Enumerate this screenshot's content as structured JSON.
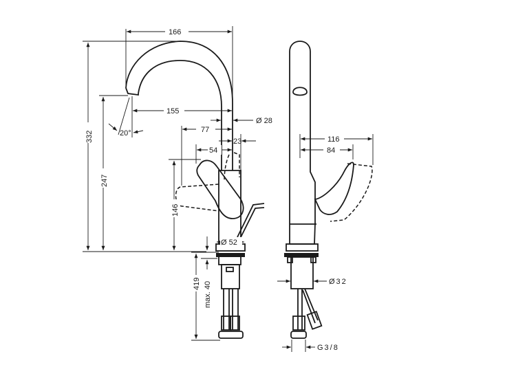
{
  "drawing": {
    "front_view": {
      "dim_spout_reach_total": "166",
      "dim_total_height": "332",
      "dim_spout_height": "247",
      "dim_spout_reach": "155",
      "dim_spout_angle": "20°",
      "dim_spout_diameter": "Ø 28",
      "dim_handle_reach_open": "77",
      "dim_body_offset": "23",
      "dim_handle_reach": "54",
      "dim_handle_height": "146",
      "dim_base_diameter": "Ø 52",
      "dim_hose_length": "419",
      "dim_max_counter_thickness": "max. 40"
    },
    "side_view": {
      "dim_handle_swing_total": "116",
      "dim_handle_swing": "84",
      "dim_shank_diameter": "Ø32",
      "dim_connection_thread": "G3/8"
    }
  }
}
